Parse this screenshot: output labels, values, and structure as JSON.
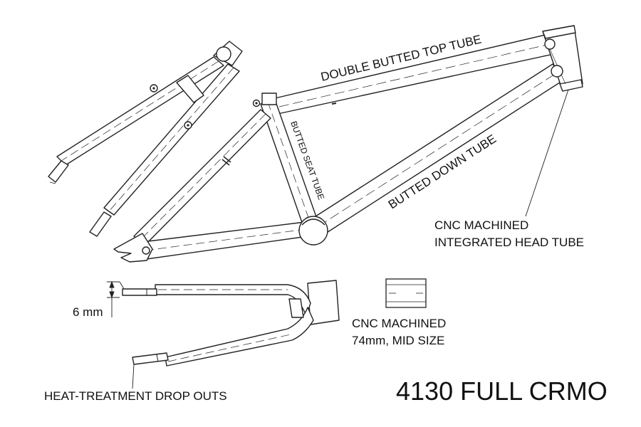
{
  "labels": {
    "top_tube": "DOUBLE BUTTED TOP TUBE",
    "seat_tube": "BUTTED SEAT TUBE",
    "down_tube": "BUTTED DOWN TUBE",
    "head_tube_line1": "CNC MACHINED",
    "head_tube_line2": "INTEGRATED HEAD TUBE",
    "bb_line1": "CNC MACHINED",
    "bb_line2": "74mm, MID SIZE",
    "dimension": "6 mm",
    "dropouts": "HEAT-TREATMENT DROP OUTS",
    "material": "4130 FULL CRMO"
  },
  "colors": {
    "line": "#222222",
    "text": "#111111"
  }
}
